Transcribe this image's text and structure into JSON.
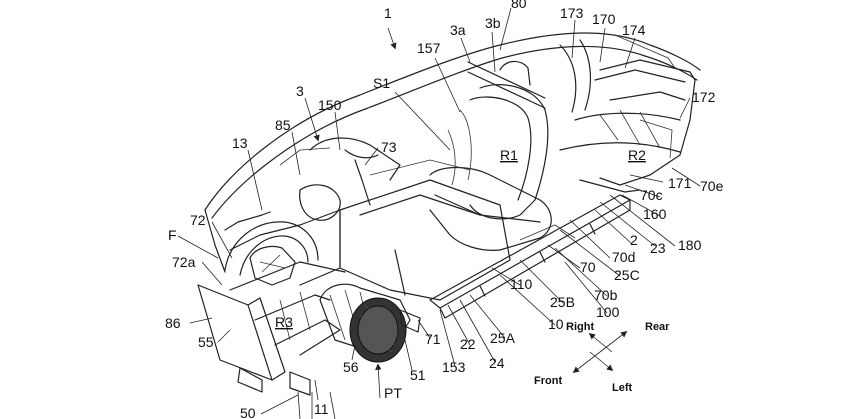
{
  "labels": [
    {
      "id": "1",
      "text": "1"
    },
    {
      "id": "80",
      "text": "80"
    },
    {
      "id": "3a",
      "text": "3a"
    },
    {
      "id": "3b",
      "text": "3b"
    },
    {
      "id": "173",
      "text": "173"
    },
    {
      "id": "170",
      "text": "170"
    },
    {
      "id": "174",
      "text": "174"
    },
    {
      "id": "157",
      "text": "157"
    },
    {
      "id": "S1",
      "text": "S1"
    },
    {
      "id": "3",
      "text": "3"
    },
    {
      "id": "150",
      "text": "150"
    },
    {
      "id": "172",
      "text": "172"
    },
    {
      "id": "85",
      "text": "85"
    },
    {
      "id": "73",
      "text": "73"
    },
    {
      "id": "R1",
      "text": "R1"
    },
    {
      "id": "R2",
      "text": "R2"
    },
    {
      "id": "13",
      "text": "13"
    },
    {
      "id": "171",
      "text": "171"
    },
    {
      "id": "70e",
      "text": "70e"
    },
    {
      "id": "70c",
      "text": "70c"
    },
    {
      "id": "160",
      "text": "160"
    },
    {
      "id": "72",
      "text": "72"
    },
    {
      "id": "F",
      "text": "F"
    },
    {
      "id": "2",
      "text": "2"
    },
    {
      "id": "23",
      "text": "23"
    },
    {
      "id": "180",
      "text": "180"
    },
    {
      "id": "72a",
      "text": "72a"
    },
    {
      "id": "70d",
      "text": "70d"
    },
    {
      "id": "70",
      "text": "70"
    },
    {
      "id": "25C",
      "text": "25C"
    },
    {
      "id": "70b",
      "text": "70b"
    },
    {
      "id": "25B",
      "text": "25B"
    },
    {
      "id": "110",
      "text": "110"
    },
    {
      "id": "100",
      "text": "100"
    },
    {
      "id": "10",
      "text": "10"
    },
    {
      "id": "86",
      "text": "86"
    },
    {
      "id": "R3",
      "text": "R3"
    },
    {
      "id": "25A",
      "text": "25A"
    },
    {
      "id": "22",
      "text": "22"
    },
    {
      "id": "55",
      "text": "55"
    },
    {
      "id": "71",
      "text": "71"
    },
    {
      "id": "153",
      "text": "153"
    },
    {
      "id": "24",
      "text": "24"
    },
    {
      "id": "56",
      "text": "56"
    },
    {
      "id": "51",
      "text": "51"
    },
    {
      "id": "PT",
      "text": "PT"
    },
    {
      "id": "50",
      "text": "50"
    },
    {
      "id": "11",
      "text": "11"
    }
  ],
  "directions": {
    "right": "Right",
    "rear": "Rear",
    "front": "Front",
    "left": "Left"
  }
}
